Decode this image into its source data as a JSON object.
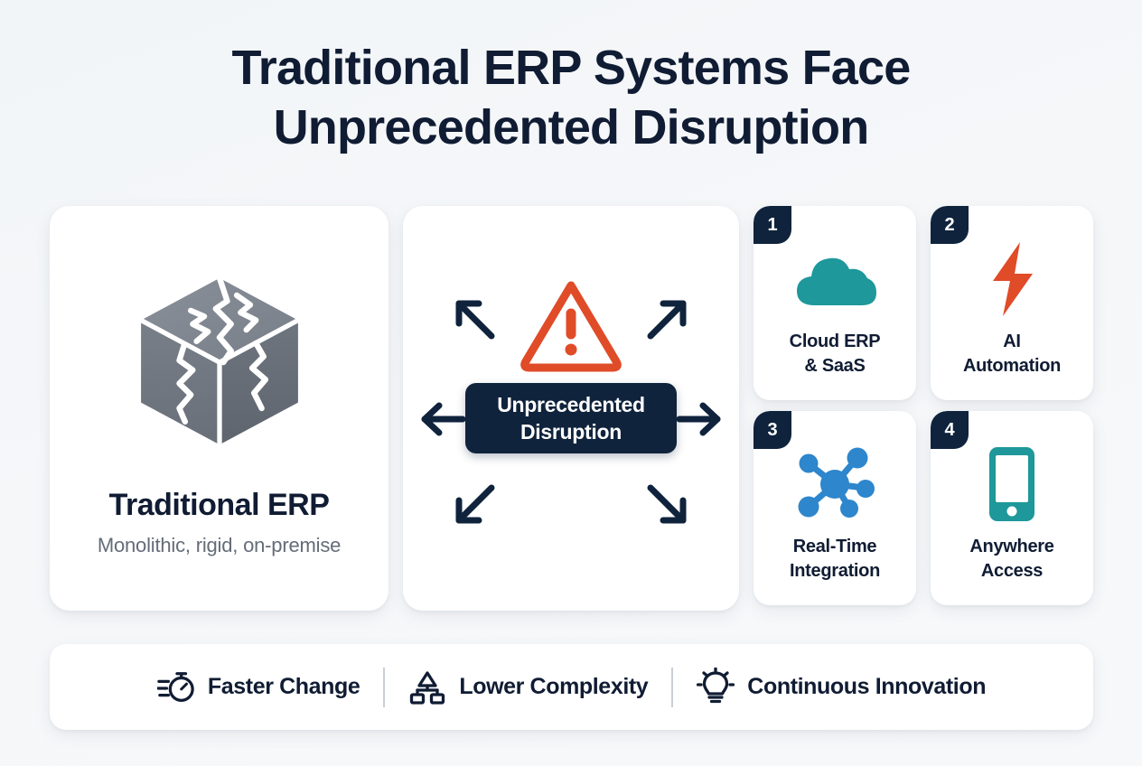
{
  "title": {
    "line1": "Traditional ERP Systems Face",
    "line2": "Unprecedented Disruption"
  },
  "legacy_card": {
    "icon": "cracked-cube-icon",
    "title": "Traditional ERP",
    "subtitle": "Monolithic, rigid, on-premise"
  },
  "center_card": {
    "warning_icon": "warning-triangle-icon",
    "label_line1": "Unprecedented",
    "label_line2": "Disruption",
    "arrows": [
      "arrow-up-left",
      "arrow-up-right",
      "arrow-left",
      "arrow-right",
      "arrow-down-left",
      "arrow-down-right"
    ]
  },
  "disruptors": [
    {
      "number": "1",
      "icon": "cloud-icon",
      "line1": "Cloud ERP",
      "line2": "& SaaS",
      "color": "#1e989a"
    },
    {
      "number": "2",
      "icon": "lightning-bolt-icon",
      "line1": "AI",
      "line2": "Automation",
      "color": "#e04b28"
    },
    {
      "number": "3",
      "icon": "network-hub-icon",
      "line1": "Real-Time",
      "line2": "Integration",
      "color": "#2e86cc"
    },
    {
      "number": "4",
      "icon": "smartphone-icon",
      "line1": "Anywhere",
      "line2": "Access",
      "color": "#1e989a"
    }
  ],
  "benefits": [
    {
      "icon": "stopwatch-icon",
      "label": "Faster Change"
    },
    {
      "icon": "hierarchy-icon",
      "label": "Lower Complexity"
    },
    {
      "icon": "lightbulb-icon",
      "label": "Continuous Innovation"
    }
  ],
  "colors": {
    "background": "#f4f6f8",
    "card": "#ffffff",
    "navy": "#10233d",
    "text_primary": "#101c33",
    "text_muted": "#646c78",
    "teal": "#1e989a",
    "orange": "#e04b28",
    "blue": "#2e86cc",
    "grey_cube": "#717784",
    "divider": "#c9ced6"
  }
}
